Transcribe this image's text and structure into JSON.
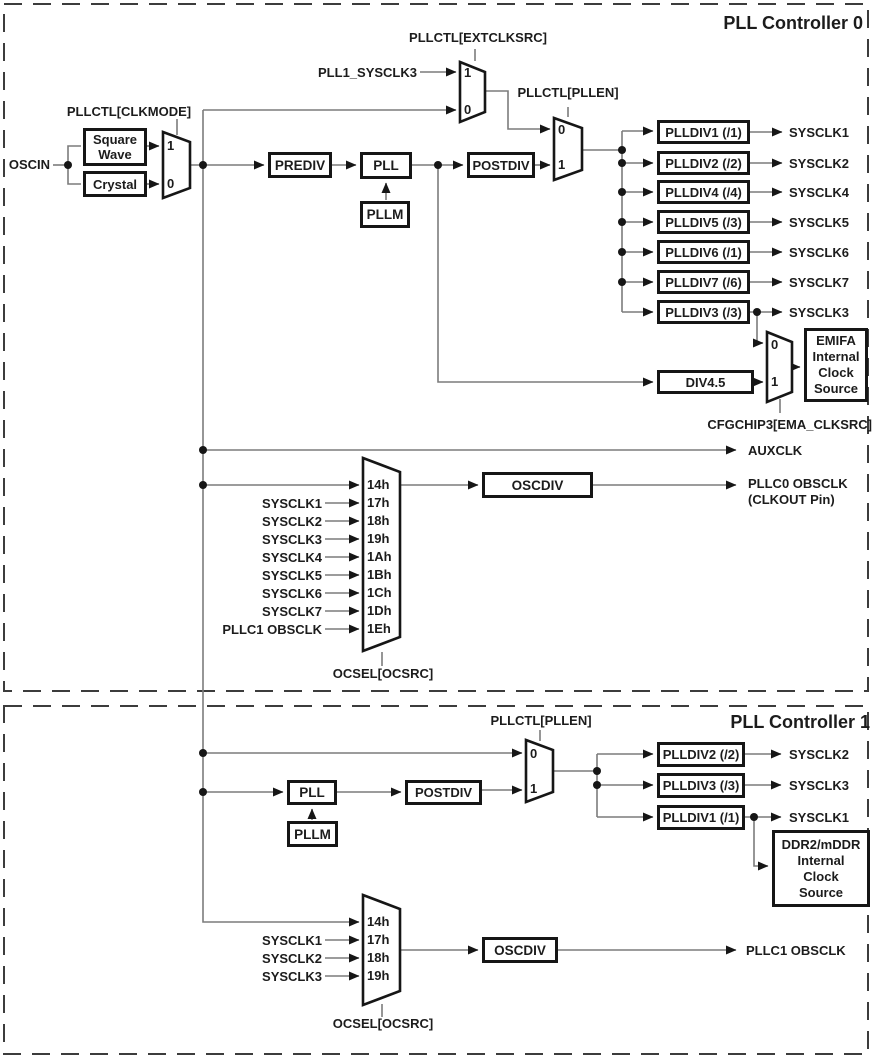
{
  "colors": {
    "ink": "#1c1c1c",
    "wire": "#7c7c7c"
  },
  "pll0": {
    "title": "PLL Controller 0",
    "labels": {
      "oscin": "OSCIN",
      "clkmode": "PLLCTL[CLKMODE]",
      "extclksrc": "PLLCTL[EXTCLKSRC]",
      "pll1_sysclk3": "PLL1_SYSCLK3",
      "pllen": "PLLCTL[PLLEN]",
      "cfgchip3": "CFGCHIP3[EMA_CLKSRC]",
      "auxclk": "AUXCLK",
      "obsclk": "PLLC0 OBSCLK",
      "obsclk_pin": "(CLKOUT Pin)",
      "ocsel": "OCSEL[OCSRC]"
    },
    "boxes": {
      "square_wave": "Square Wave",
      "crystal": "Crystal",
      "prediv": "PREDIV",
      "pll": "PLL",
      "pllm": "PLLM",
      "postdiv": "POSTDIV",
      "div45": "DIV4.5",
      "oscdiv": "OSCDIV"
    },
    "emifa_lines": [
      "EMIFA",
      "Internal",
      "Clock",
      "Source"
    ],
    "dividers": [
      {
        "label": "PLLDIV1 (/1)",
        "out": "SYSCLK1"
      },
      {
        "label": "PLLDIV2 (/2)",
        "out": "SYSCLK2"
      },
      {
        "label": "PLLDIV4 (/4)",
        "out": "SYSCLK4"
      },
      {
        "label": "PLLDIV5 (/3)",
        "out": "SYSCLK5"
      },
      {
        "label": "PLLDIV6 (/1)",
        "out": "SYSCLK6"
      },
      {
        "label": "PLLDIV7 (/6)",
        "out": "SYSCLK7"
      },
      {
        "label": "PLLDIV3 (/3)",
        "out": "SYSCLK3"
      }
    ],
    "mux_ports": {
      "clkmode": [
        "1",
        "0"
      ],
      "extclksrc": [
        "1",
        "0"
      ],
      "pllen": [
        "0",
        "1"
      ],
      "ema": [
        "0",
        "1"
      ]
    },
    "obs_inputs": [
      {
        "code": "14h",
        "label": ""
      },
      {
        "code": "17h",
        "label": "SYSCLK1"
      },
      {
        "code": "18h",
        "label": "SYSCLK2"
      },
      {
        "code": "19h",
        "label": "SYSCLK3"
      },
      {
        "code": "1Ah",
        "label": "SYSCLK4"
      },
      {
        "code": "1Bh",
        "label": "SYSCLK5"
      },
      {
        "code": "1Ch",
        "label": "SYSCLK6"
      },
      {
        "code": "1Dh",
        "label": "SYSCLK7"
      },
      {
        "code": "1Eh",
        "label": "PLLC1 OBSCLK"
      }
    ]
  },
  "pll1": {
    "title": "PLL Controller 1",
    "labels": {
      "pllen": "PLLCTL[PLLEN]",
      "obsclk": "PLLC1 OBSCLK",
      "ocsel": "OCSEL[OCSRC]"
    },
    "boxes": {
      "pll": "PLL",
      "pllm": "PLLM",
      "postdiv": "POSTDIV",
      "oscdiv": "OSCDIV"
    },
    "ddr_lines": [
      "DDR2/mDDR",
      "Internal",
      "Clock",
      "Source"
    ],
    "dividers": [
      {
        "label": "PLLDIV2 (/2)",
        "out": "SYSCLK2"
      },
      {
        "label": "PLLDIV3 (/3)",
        "out": "SYSCLK3"
      },
      {
        "label": "PLLDIV1 (/1)",
        "out": "SYSCLK1"
      }
    ],
    "mux_ports": {
      "pllen": [
        "0",
        "1"
      ]
    },
    "obs_inputs": [
      {
        "code": "14h",
        "label": ""
      },
      {
        "code": "17h",
        "label": "SYSCLK1"
      },
      {
        "code": "18h",
        "label": "SYSCLK2"
      },
      {
        "code": "19h",
        "label": "SYSCLK3"
      }
    ]
  }
}
